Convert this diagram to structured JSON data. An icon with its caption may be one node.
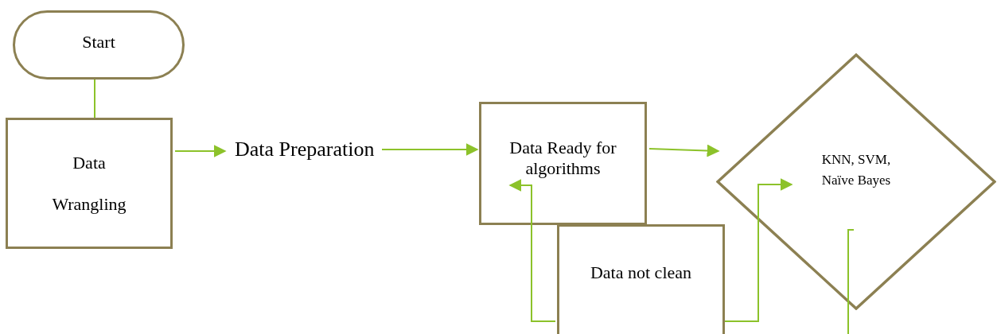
{
  "diagram": {
    "nodes": [
      {
        "text": [
          "Start"
        ]
      },
      {
        "text": [
          "Data Wrangling"
        ]
      },
      {
        "text": [
          "Data Preparation"
        ]
      },
      {
        "text": [
          "Data Ready for algorithms"
        ]
      },
      {
        "text": [
          "KNN, SVM, Naïve Bayes"
        ]
      },
      {
        "text": [
          "Data not clean"
        ]
      }
    ],
    "edges": [
      {
        "from": 0,
        "to": 1,
        "arrow": "none"
      },
      {
        "from": 1,
        "to": 2,
        "arrow": "to"
      },
      {
        "from": 2,
        "to": 3,
        "arrow": "to"
      },
      {
        "from": 3,
        "to": 4,
        "arrow": "to"
      },
      {
        "from": 5,
        "to": 3,
        "arrow": "to"
      },
      {
        "from": 5,
        "to": 4,
        "arrow": "to"
      },
      {
        "from": 4,
        "to": null,
        "arrow": "none"
      }
    ]
  }
}
